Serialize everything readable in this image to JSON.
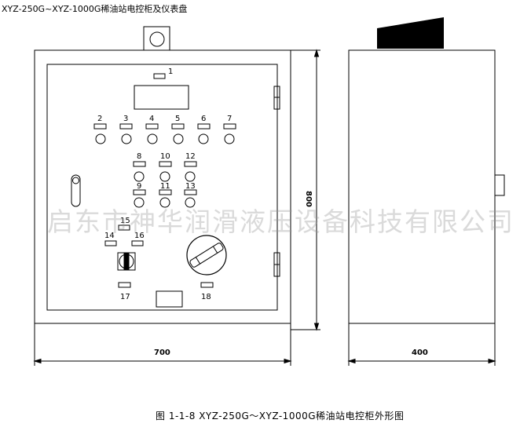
{
  "title": "XYZ-250G~XYZ-1000G稀油站电控柜及仪表盘",
  "caption": "图 1-1-8   XYZ-250G～XYZ-1000G稀油站电控柜外形图",
  "watermark": "启东市神华润滑液压设备科技有限公司",
  "dimensions": {
    "front_width": "700",
    "front_height": "800",
    "side_depth": "400"
  },
  "callouts": {
    "c1": "1",
    "c2": "2",
    "c3": "3",
    "c4": "4",
    "c5": "5",
    "c6": "6",
    "c7": "7",
    "c8": "8",
    "c9": "9",
    "c10": "10",
    "c11": "11",
    "c12": "12",
    "c13": "13",
    "c14": "14",
    "c15": "15",
    "c16": "16",
    "c17": "17",
    "c18": "18"
  }
}
